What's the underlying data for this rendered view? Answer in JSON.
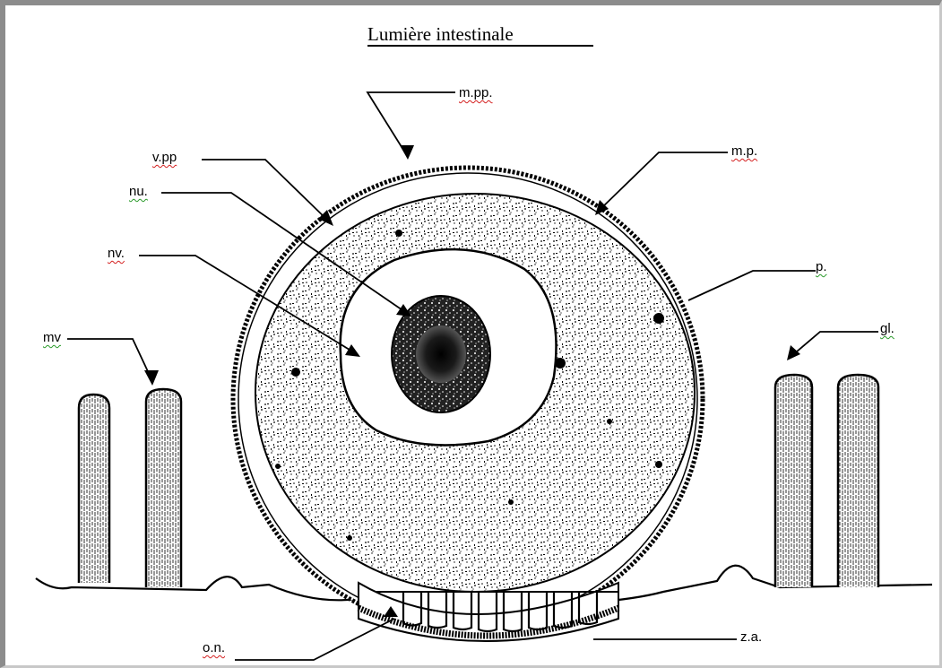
{
  "title": "Lumière intestinale",
  "labels": {
    "mpp": "m.pp.",
    "vpp": "v.pp",
    "mp": "m.p.",
    "nu": "nu.",
    "nv": "nv.",
    "p": "p.",
    "mv": "mv",
    "gl": "gl.",
    "on": "o.n.",
    "za": "z.a."
  }
}
